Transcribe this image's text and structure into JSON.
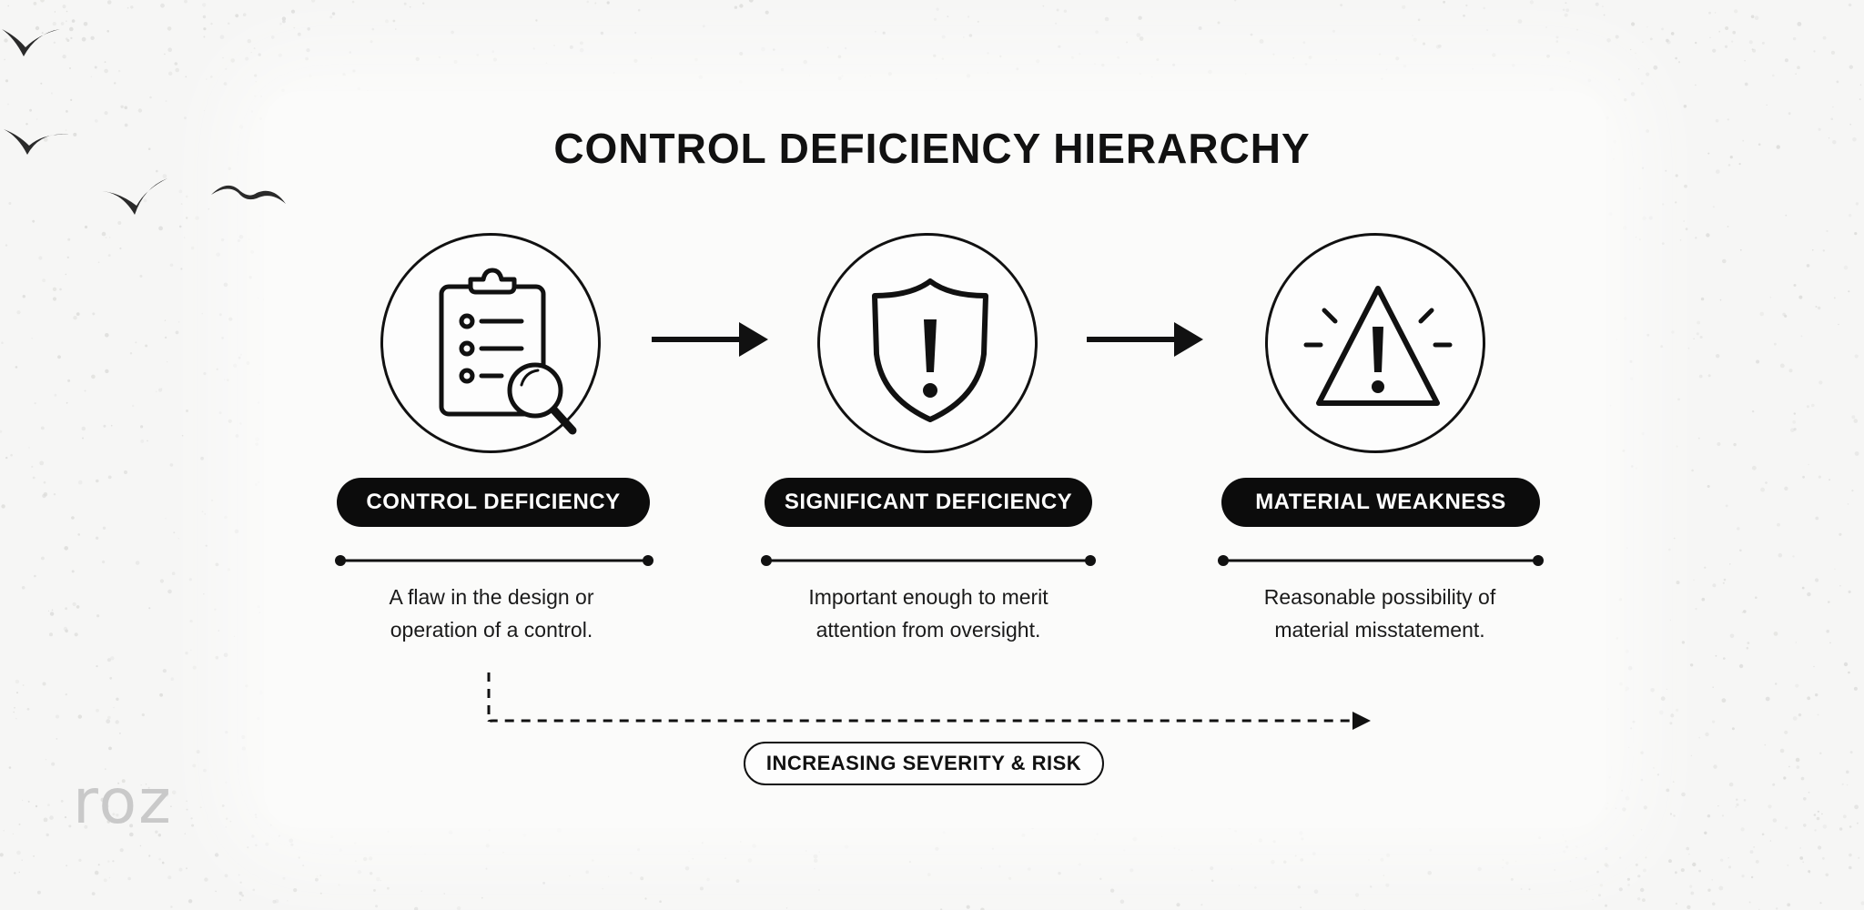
{
  "title": "CONTROL DEFICIENCY HIERARCHY",
  "stages": [
    {
      "label": "CONTROL DEFICIENCY",
      "icon": "clipboard-magnifier-icon",
      "description_line1": "A flaw in the design or",
      "description_line2": "operation of a control."
    },
    {
      "label": "SIGNIFICANT DEFICIENCY",
      "icon": "shield-exclamation-icon",
      "description_line1": "Important enough to merit",
      "description_line2": "attention from oversight."
    },
    {
      "label": "MATERIAL WEAKNESS",
      "icon": "warning-triangle-icon",
      "description_line1": "Reasonable possibility of",
      "description_line2": "material misstatement."
    }
  ],
  "severity_label": "INCREASING SEVERITY & RISK",
  "logo": "roz",
  "colors": {
    "ink": "#111111",
    "background": "#f6f6f5",
    "pill": "#0c0c0c",
    "logo": "#c9c9c9"
  }
}
